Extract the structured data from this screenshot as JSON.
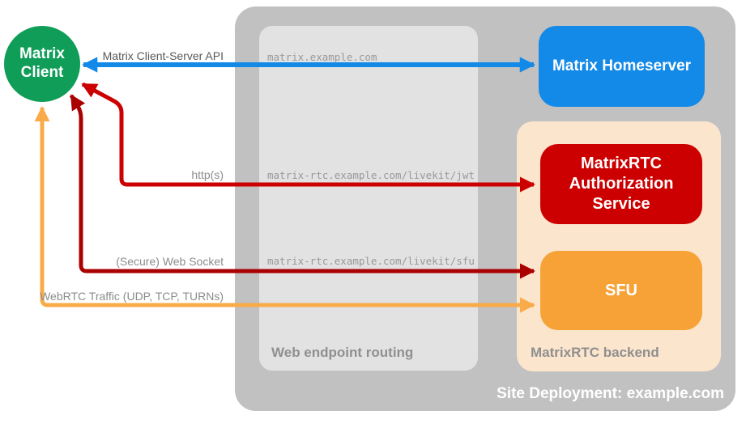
{
  "title": "Site Deployment: example.com",
  "nodes": {
    "client": "Matrix Client",
    "homeserver": "Matrix Homeserver",
    "auth": "MatrixRTC Authorization Service",
    "sfu": "SFU"
  },
  "containers": {
    "web_routing": "Web endpoint routing",
    "backend": "MatrixRTC backend"
  },
  "connections": {
    "client_server_api": {
      "label": "Matrix Client-Server API",
      "endpoint": "matrix.example.com",
      "color": "#1389e8",
      "from": "matrix-client",
      "to": "matrix-homeserver"
    },
    "http": {
      "label": "http(s)",
      "endpoint": "matrix-rtc.example.com/livekit/jwt",
      "color": "#cc0000",
      "from": "matrix-client",
      "to": "matrixrtc-authorization-service"
    },
    "websocket": {
      "label": "(Secure) Web Socket",
      "endpoint": "matrix-rtc.example.com/livekit/sfu",
      "color": "#aa0000",
      "from": "matrix-client",
      "to": "sfu"
    },
    "webrtc": {
      "label": "WebRTC Traffic (UDP, TCP, TURNs)",
      "color": "#f9ab4a",
      "from": "matrix-client",
      "to": "sfu"
    }
  },
  "colors": {
    "client_green": "#0f9d58",
    "homeserver_blue": "#1389e8",
    "auth_red": "#cc0000",
    "sfu_orange": "#f6a236",
    "webrtc_orange": "#f9ab4a",
    "websocket_red": "#aa0000",
    "http_red": "#cc0000",
    "site_container_gray": "#c1c1c1",
    "routing_container_gray": "#e2e2e2",
    "backend_container_peach": "#fce5cd",
    "label_gray": "#8c8c8c",
    "mono_text_gray": "#999999"
  }
}
